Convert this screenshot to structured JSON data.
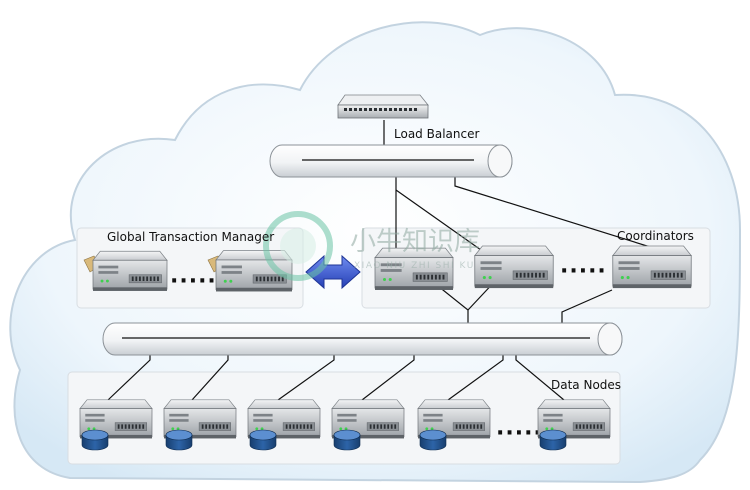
{
  "labels": {
    "load_balancer": "Load Balancer",
    "global_transaction_manager": "Global Transaction Manager",
    "coordinators": "Coordinators",
    "data_nodes": "Data Nodes"
  },
  "ellipsis": "·····",
  "watermark": {
    "main": "小牛知识库",
    "sub": "XIAO NIU ZHI SHI KU"
  },
  "colors": {
    "cloud_fill": "#e8f3fb",
    "cloud_stroke": "#c3d3e0",
    "panel_fill": "#f4f6f8",
    "server_body": "#d4d7da",
    "database_blue": "#1f4f87",
    "arrow_blue": "#3357c9",
    "line": "#111111"
  }
}
